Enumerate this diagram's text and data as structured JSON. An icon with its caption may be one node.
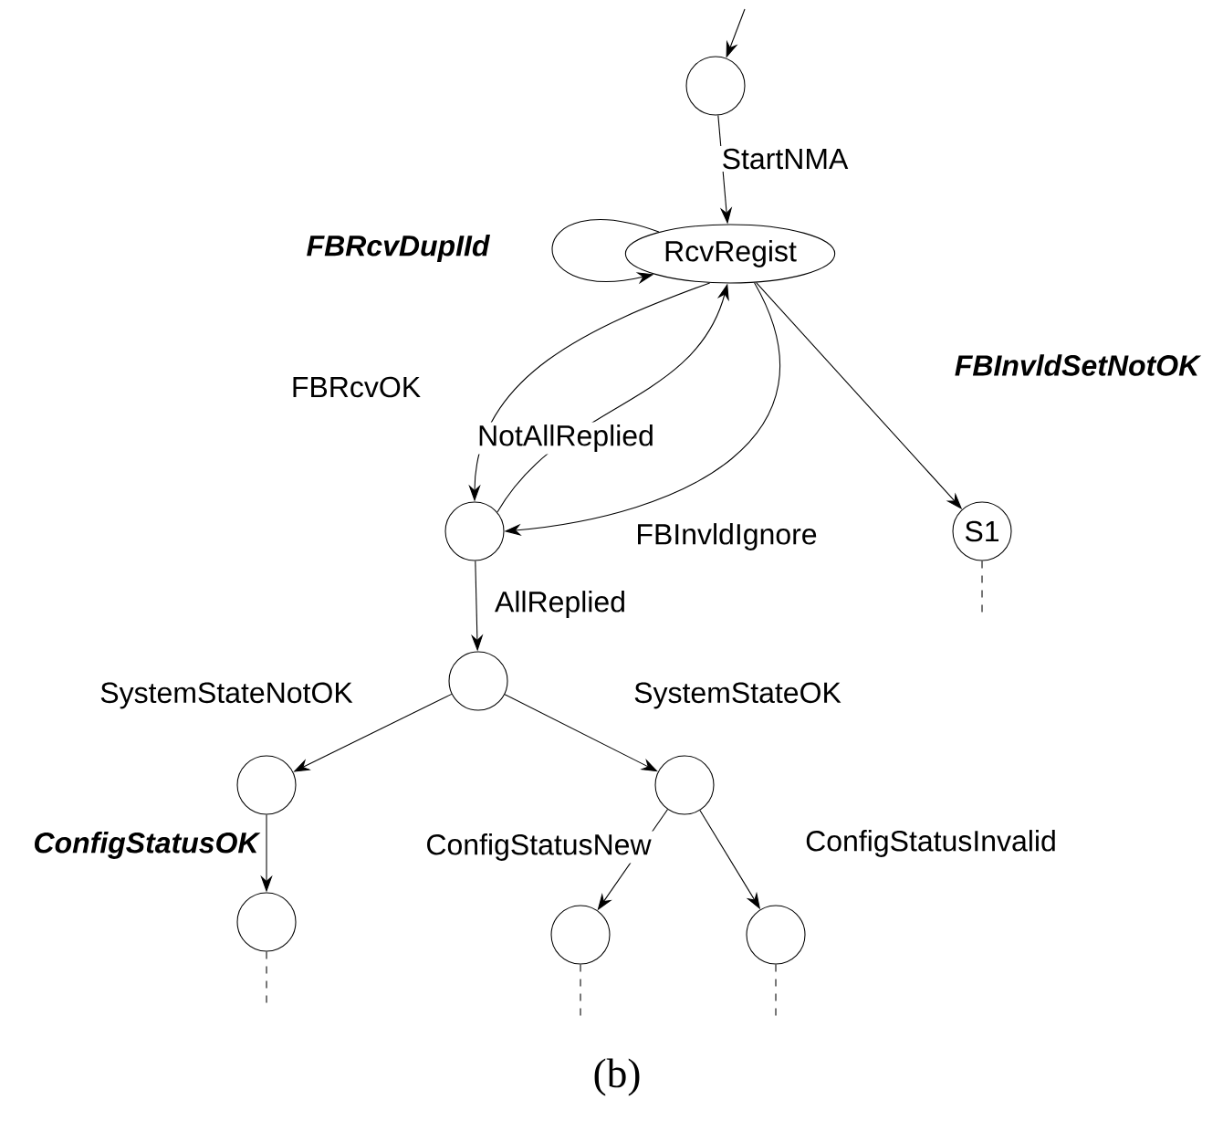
{
  "diagram": {
    "caption": "(b)",
    "nodes": [
      {
        "text": [],
        "shape": "circle"
      },
      {
        "text": [
          "RcvRegist"
        ]
      },
      {
        "text": [],
        "shape": "circle"
      },
      {
        "text": [
          "S1"
        ]
      },
      {
        "text": [],
        "shape": "circle"
      },
      {
        "text": [],
        "shape": "circle"
      },
      {
        "text": [],
        "shape": "circle"
      },
      {
        "text": [],
        "shape": "circle"
      },
      {
        "text": [],
        "shape": "circle"
      },
      {
        "text": [],
        "shape": "circle"
      }
    ],
    "edges": [
      {
        "from": null,
        "to": 0,
        "arrow": "to"
      },
      {
        "from": 0,
        "to": 1,
        "arrow": "to",
        "label": "StartNMA"
      },
      {
        "from": 1,
        "to": 1,
        "arrow": "to",
        "label": "FBRcvDupIId"
      },
      {
        "from": 1,
        "to": 2,
        "arrow": "to",
        "label": "FBRcvOK"
      },
      {
        "from": 2,
        "to": 1,
        "arrow": "to",
        "label": "NotAllReplied"
      },
      {
        "from": 1,
        "to": 2,
        "arrow": "to",
        "label": "FBInvldIgnore"
      },
      {
        "from": 1,
        "to": 3,
        "arrow": "to",
        "label": "FBInvldSetNotOK"
      },
      {
        "from": 2,
        "to": 4,
        "arrow": "to",
        "label": "AllReplied"
      },
      {
        "from": 4,
        "to": 5,
        "arrow": "to",
        "label": "SystemStateNotOK"
      },
      {
        "from": 4,
        "to": 6,
        "arrow": "to",
        "label": "SystemStateOK"
      },
      {
        "from": 5,
        "to": 7,
        "arrow": "to",
        "label": "ConfigStatusOK"
      },
      {
        "from": 6,
        "to": 8,
        "arrow": "to",
        "label": "ConfigStatusNew"
      },
      {
        "from": 6,
        "to": 9,
        "arrow": "to",
        "label": "ConfigStatusInvalid"
      },
      {
        "from": 3,
        "to": null,
        "arrow": "none",
        "style": "dashed"
      },
      {
        "from": 7,
        "to": null,
        "arrow": "none",
        "style": "dashed"
      },
      {
        "from": 8,
        "to": null,
        "arrow": "none",
        "style": "dashed"
      },
      {
        "from": 9,
        "to": null,
        "arrow": "none",
        "style": "dashed"
      }
    ]
  }
}
